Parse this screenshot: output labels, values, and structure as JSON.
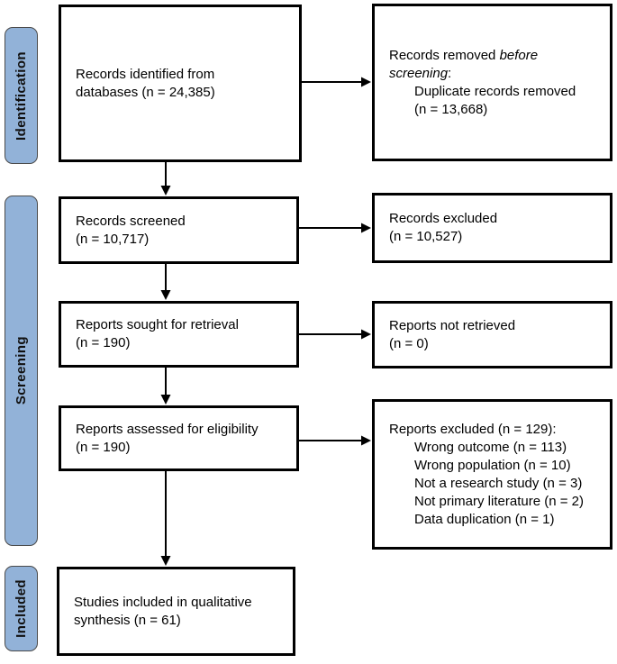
{
  "sidebar": {
    "fill_color": "#92b2d8",
    "border_color": "#4a4a4a",
    "stages": {
      "identification": "Identification",
      "screening": "Screening",
      "included": "Included"
    }
  },
  "boxes": {
    "records_identified": {
      "line1": "Records identified from",
      "line2": "databases (n = 24,385)"
    },
    "records_removed": {
      "line1_prefix": "Records removed ",
      "line1_italic": "before",
      "line2_italic": "screening",
      "line2_suffix": ":",
      "sub1": "Duplicate records removed",
      "sub2": "(n = 13,668)"
    },
    "records_screened": {
      "line1": "Records screened",
      "line2": "(n = 10,717)"
    },
    "records_excluded": {
      "line1": "Records excluded",
      "line2": "(n = 10,527)"
    },
    "reports_sought": {
      "line1": "Reports sought for retrieval",
      "line2": "(n = 190)"
    },
    "reports_not_retrieved": {
      "line1": "Reports not retrieved",
      "line2": "(n = 0)"
    },
    "reports_assessed": {
      "line1": "Reports assessed for eligibility",
      "line2": "(n = 190)"
    },
    "reports_excluded": {
      "header": "Reports excluded (n = 129):",
      "reasons": [
        "Wrong outcome (n = 113)",
        "Wrong population (n = 10)",
        "Not a research study (n = 3)",
        "Not primary literature (n = 2)",
        "Data duplication (n = 1)"
      ]
    },
    "studies_included": {
      "line1": "Studies included in qualitative",
      "line2": "synthesis (n = 61)"
    }
  }
}
